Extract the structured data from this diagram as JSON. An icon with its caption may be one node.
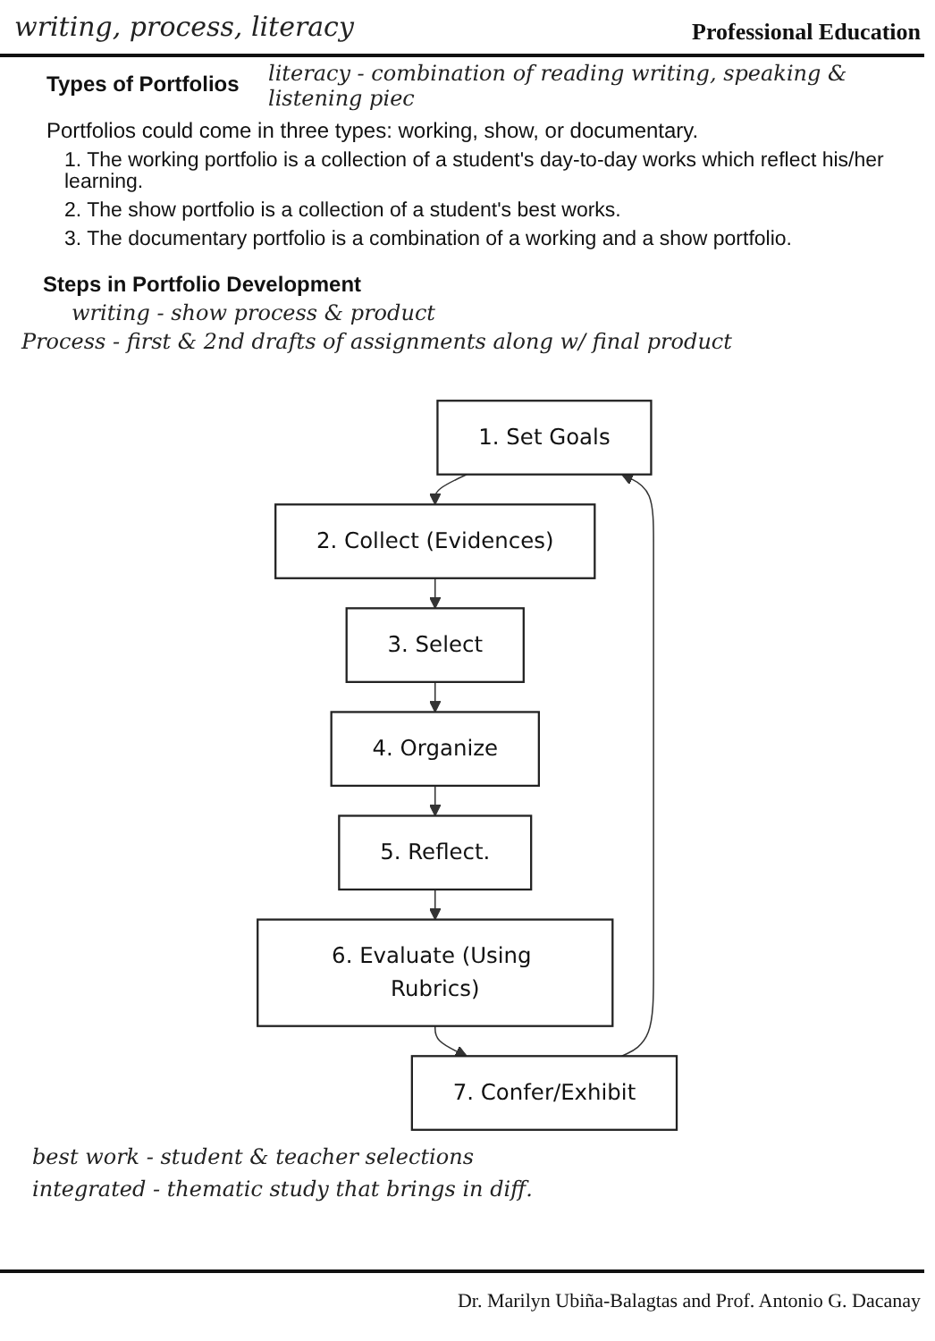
{
  "diagram": {
    "title": "Steps in Portfolio Development",
    "nodes": [
      {
        "text": [
          "1. Set Goals"
        ]
      },
      {
        "text": [
          "2. Collect (Evidences)"
        ]
      },
      {
        "text": [
          "3. Select"
        ]
      },
      {
        "text": [
          "4. Organize"
        ]
      },
      {
        "text": [
          "5. Reflect."
        ]
      },
      {
        "text": [
          "6. Evaluate (Using Rubrics)"
        ]
      },
      {
        "text": [
          "7. Confer/Exhibit"
        ]
      }
    ],
    "edges": [
      {
        "from": 0,
        "to": 1,
        "arrow": "to"
      },
      {
        "from": 1,
        "to": 2,
        "arrow": "to"
      },
      {
        "from": 2,
        "to": 3,
        "arrow": "to"
      },
      {
        "from": 3,
        "to": 4,
        "arrow": "to"
      },
      {
        "from": 4,
        "to": 5,
        "arrow": "to"
      },
      {
        "from": 5,
        "to": 6,
        "arrow": "to"
      },
      {
        "from": 6,
        "to": 0,
        "arrow": "to"
      }
    ],
    "labels": [
      "writing, process, literacy",
      "Professional Education",
      "Types of Portfolios",
      "literacy - combination of reading writing, speaking & listening piec",
      "Portfolios could come in three types: working, show, or documentary.",
      "1. The working portfolio is a collection of a student's day-to-day works which reflect his/her learning.",
      "2. The show portfolio is a collection of a student's best works.",
      "3. The documentary portfolio is a combination of a working and a show portfolio.",
      "writing - show process & product",
      "Process - first & 2nd drafts of assignments along w/ final product",
      "best work - student & teacher selections",
      "integrated - thematic study that brings in diff.",
      "Dr. Marilyn Ubiña-Balagtas and Prof. Antonio G. Dacanay"
    ]
  }
}
